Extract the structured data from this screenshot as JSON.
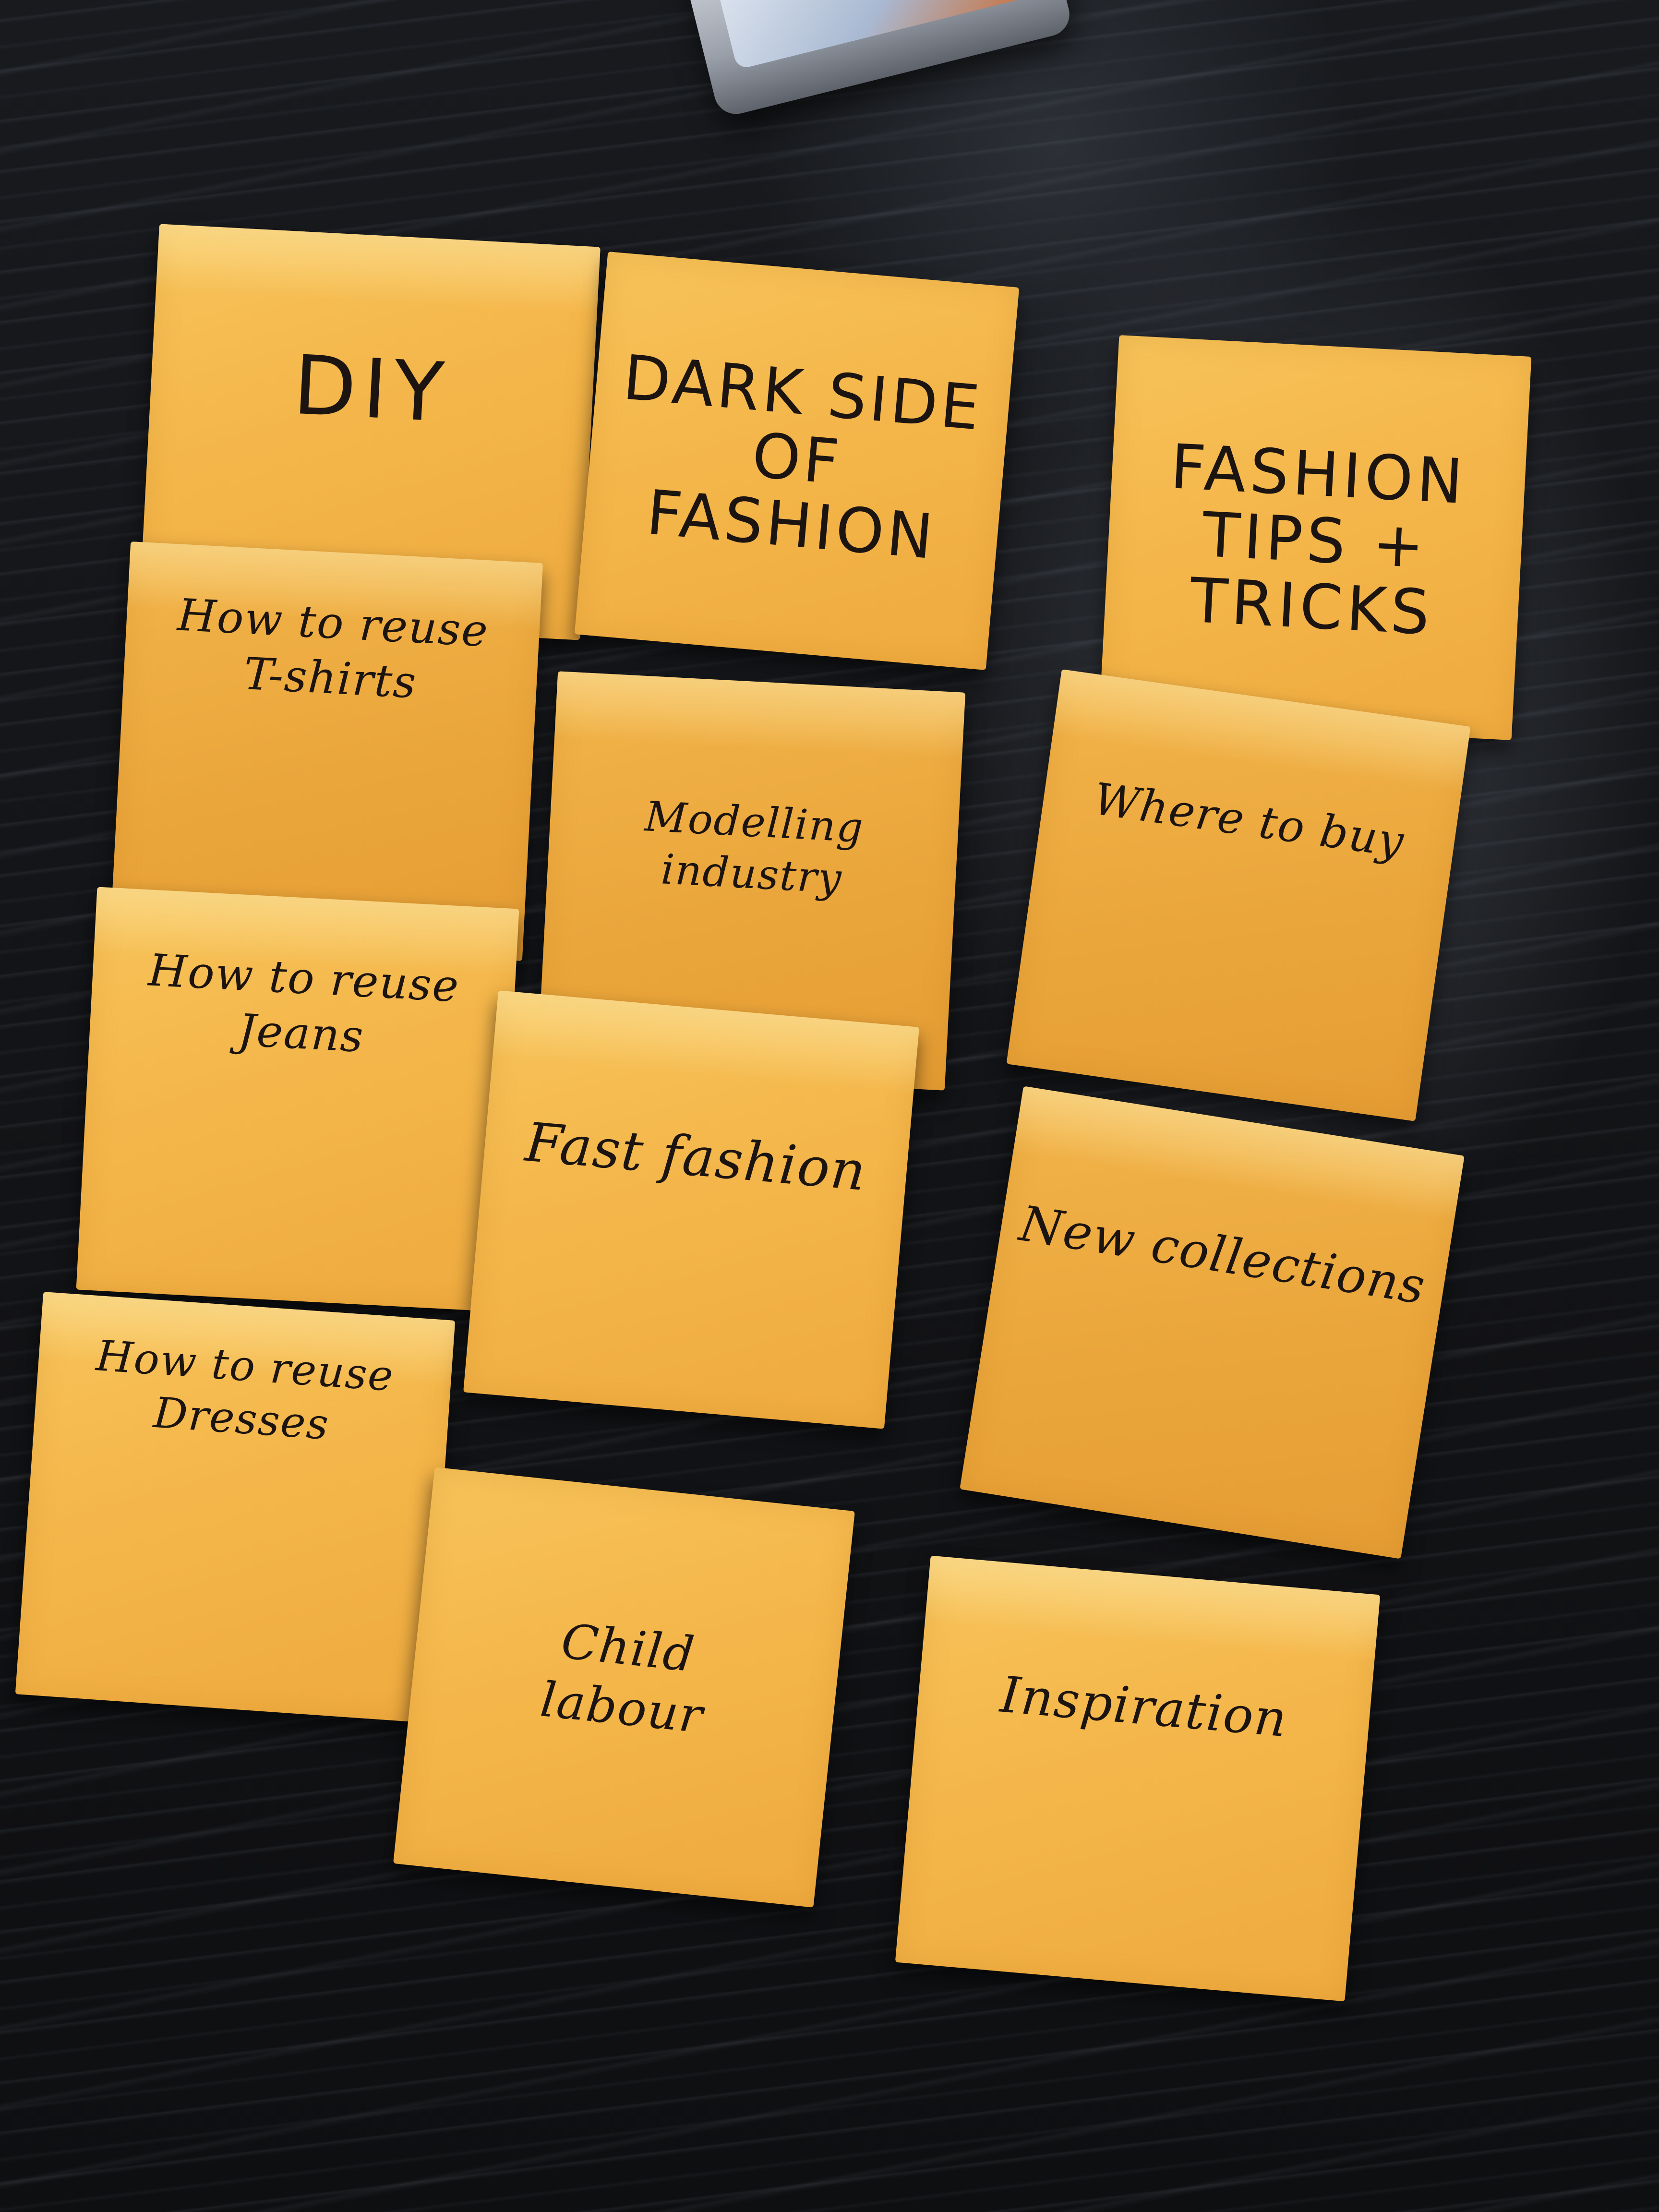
{
  "scene": {
    "surface": "dark wooden table",
    "note_color": "#f4b64a",
    "ink_color": "#1c1410"
  },
  "columns": [
    {
      "header": "DIY",
      "notes": [
        "How to reuse\nT-shirts",
        "How to reuse\nJeans",
        "How to reuse\nDresses"
      ]
    },
    {
      "header": "DARK SIDE\nOF\nFASHION",
      "notes": [
        "Modelling\nindustry",
        "Fast fashion",
        "Child\nlabour"
      ]
    },
    {
      "header": "FASHION\nTIPS +\nTRICKS",
      "notes": [
        "Where to buy",
        "New collections",
        "Inspiration"
      ]
    }
  ]
}
